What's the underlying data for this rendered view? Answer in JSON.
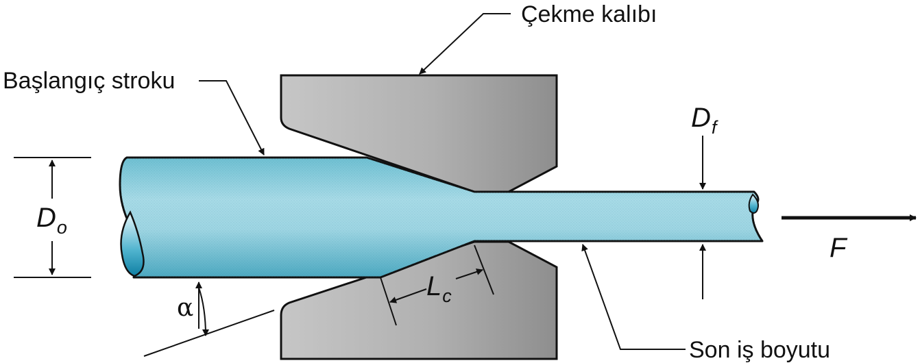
{
  "labels": {
    "die": "Çekme kalıbı",
    "initial_stock": "Başlangıç stroku",
    "final_size": "Son iş boyutu"
  },
  "symbols": {
    "d_initial": {
      "base": "D",
      "sub": "o"
    },
    "d_final": {
      "base": "D",
      "sub": "f"
    },
    "land_length": {
      "base": "L",
      "sub": "c"
    },
    "angle": "α",
    "force": "F"
  },
  "colors": {
    "die_fill": "#b4b4b4",
    "die_shadow": "#8a8a8a",
    "stock_light": "#b6e2ec",
    "stock_mid": "#6fc0d2",
    "stock_dark": "#1e8fb0",
    "outline": "#111111"
  }
}
